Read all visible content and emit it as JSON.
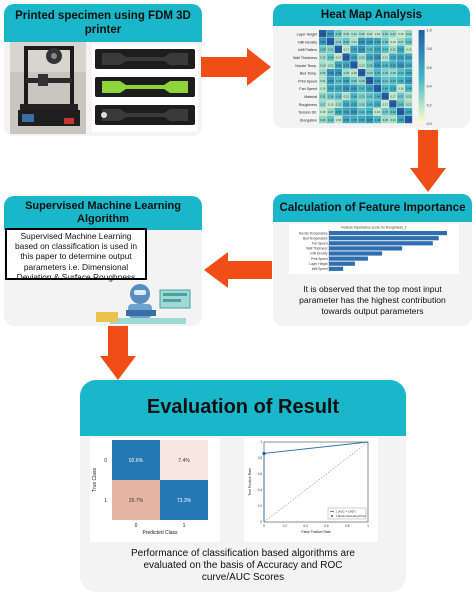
{
  "box1": {
    "title": "Printed specimen using FDM 3D printer"
  },
  "box2": {
    "title": "Heat Map Analysis"
  },
  "box3": {
    "title": "Calculation of Feature Importance",
    "chart_title": "Feature importance score for Roughness_1",
    "description": "It is observed that the top most input parameter has the highest contribution towards output parameters"
  },
  "box4": {
    "title": "Supervised Machine Learning Algorithm",
    "description": "Supervised Machine Learning based on classification is used in this paper to determine output parameters i.e. Dimensional Deviation & Surface Roughness"
  },
  "box5": {
    "title": "Evaluation of Result",
    "description": "Performance of classification based algorithms are evaluated on the basis of Accuracy and ROC curve/AUC Scores"
  },
  "heatmap": {
    "labels": [
      "Layer Height",
      "Infill Density",
      "Infill Pattern",
      "Wall Thickness",
      "Nozzle Temp.",
      "Bed Temp.",
      "Print Speed",
      "Fan Speed",
      "Material",
      "Roughness",
      "Tension Str.",
      "Elongation"
    ],
    "colorbar_ticks": [
      "1.0",
      "0.8",
      "0.6",
      "0.4",
      "0.2",
      "0.0"
    ]
  },
  "chart_data": [
    {
      "type": "bar",
      "title": "Feature importance score for Roughness_1",
      "orientation": "horizontal",
      "categories": [
        "Nozzle Temperature",
        "Bed Temperature",
        "Fan Speed",
        "Wall Thickness",
        "Infill Density",
        "Print Speed",
        "Layer Height",
        "Infill Speed"
      ],
      "values": [
        1.0,
        0.93,
        0.88,
        0.62,
        0.45,
        0.33,
        0.22,
        0.12
      ]
    },
    {
      "type": "heatmap",
      "title": "",
      "xlabel": "Predicted Class",
      "ylabel": "True Class",
      "row_labels": [
        "0",
        "1"
      ],
      "col_labels": [
        "0",
        "1"
      ],
      "values": [
        [
          "92.6%",
          "7.4%"
        ],
        [
          "26.7%",
          "73.3%"
        ]
      ]
    },
    {
      "type": "line",
      "title": "",
      "xlabel": "False Positive Rate",
      "ylabel": "True Positive Rate",
      "x_ticks": [
        "0",
        "0.2",
        "0.4",
        "0.6",
        "0.8",
        "1"
      ],
      "y_ticks": [
        "1",
        "0.8",
        "0.6",
        "0.4",
        "0.2",
        "0"
      ],
      "series": [
        {
          "name": "1 (AUC = 0.857)",
          "x": [
            0,
            0,
            1
          ],
          "y": [
            0,
            0.857,
            1
          ]
        }
      ],
      "reference_line": {
        "x": [
          0,
          1
        ],
        "y": [
          0,
          1
        ]
      },
      "legend": [
        "1 (AUC = 0.857)",
        "1 Model Operating Point"
      ],
      "legend_position": "bottom-right"
    }
  ],
  "colors": {
    "accent": "#19b7c9",
    "arrow": "#f04e16",
    "panel": "#f3f3f3",
    "cm_high": "#2478b4",
    "cm_low": "#f7e6e1",
    "cm_mid": "#e6b5a2"
  }
}
